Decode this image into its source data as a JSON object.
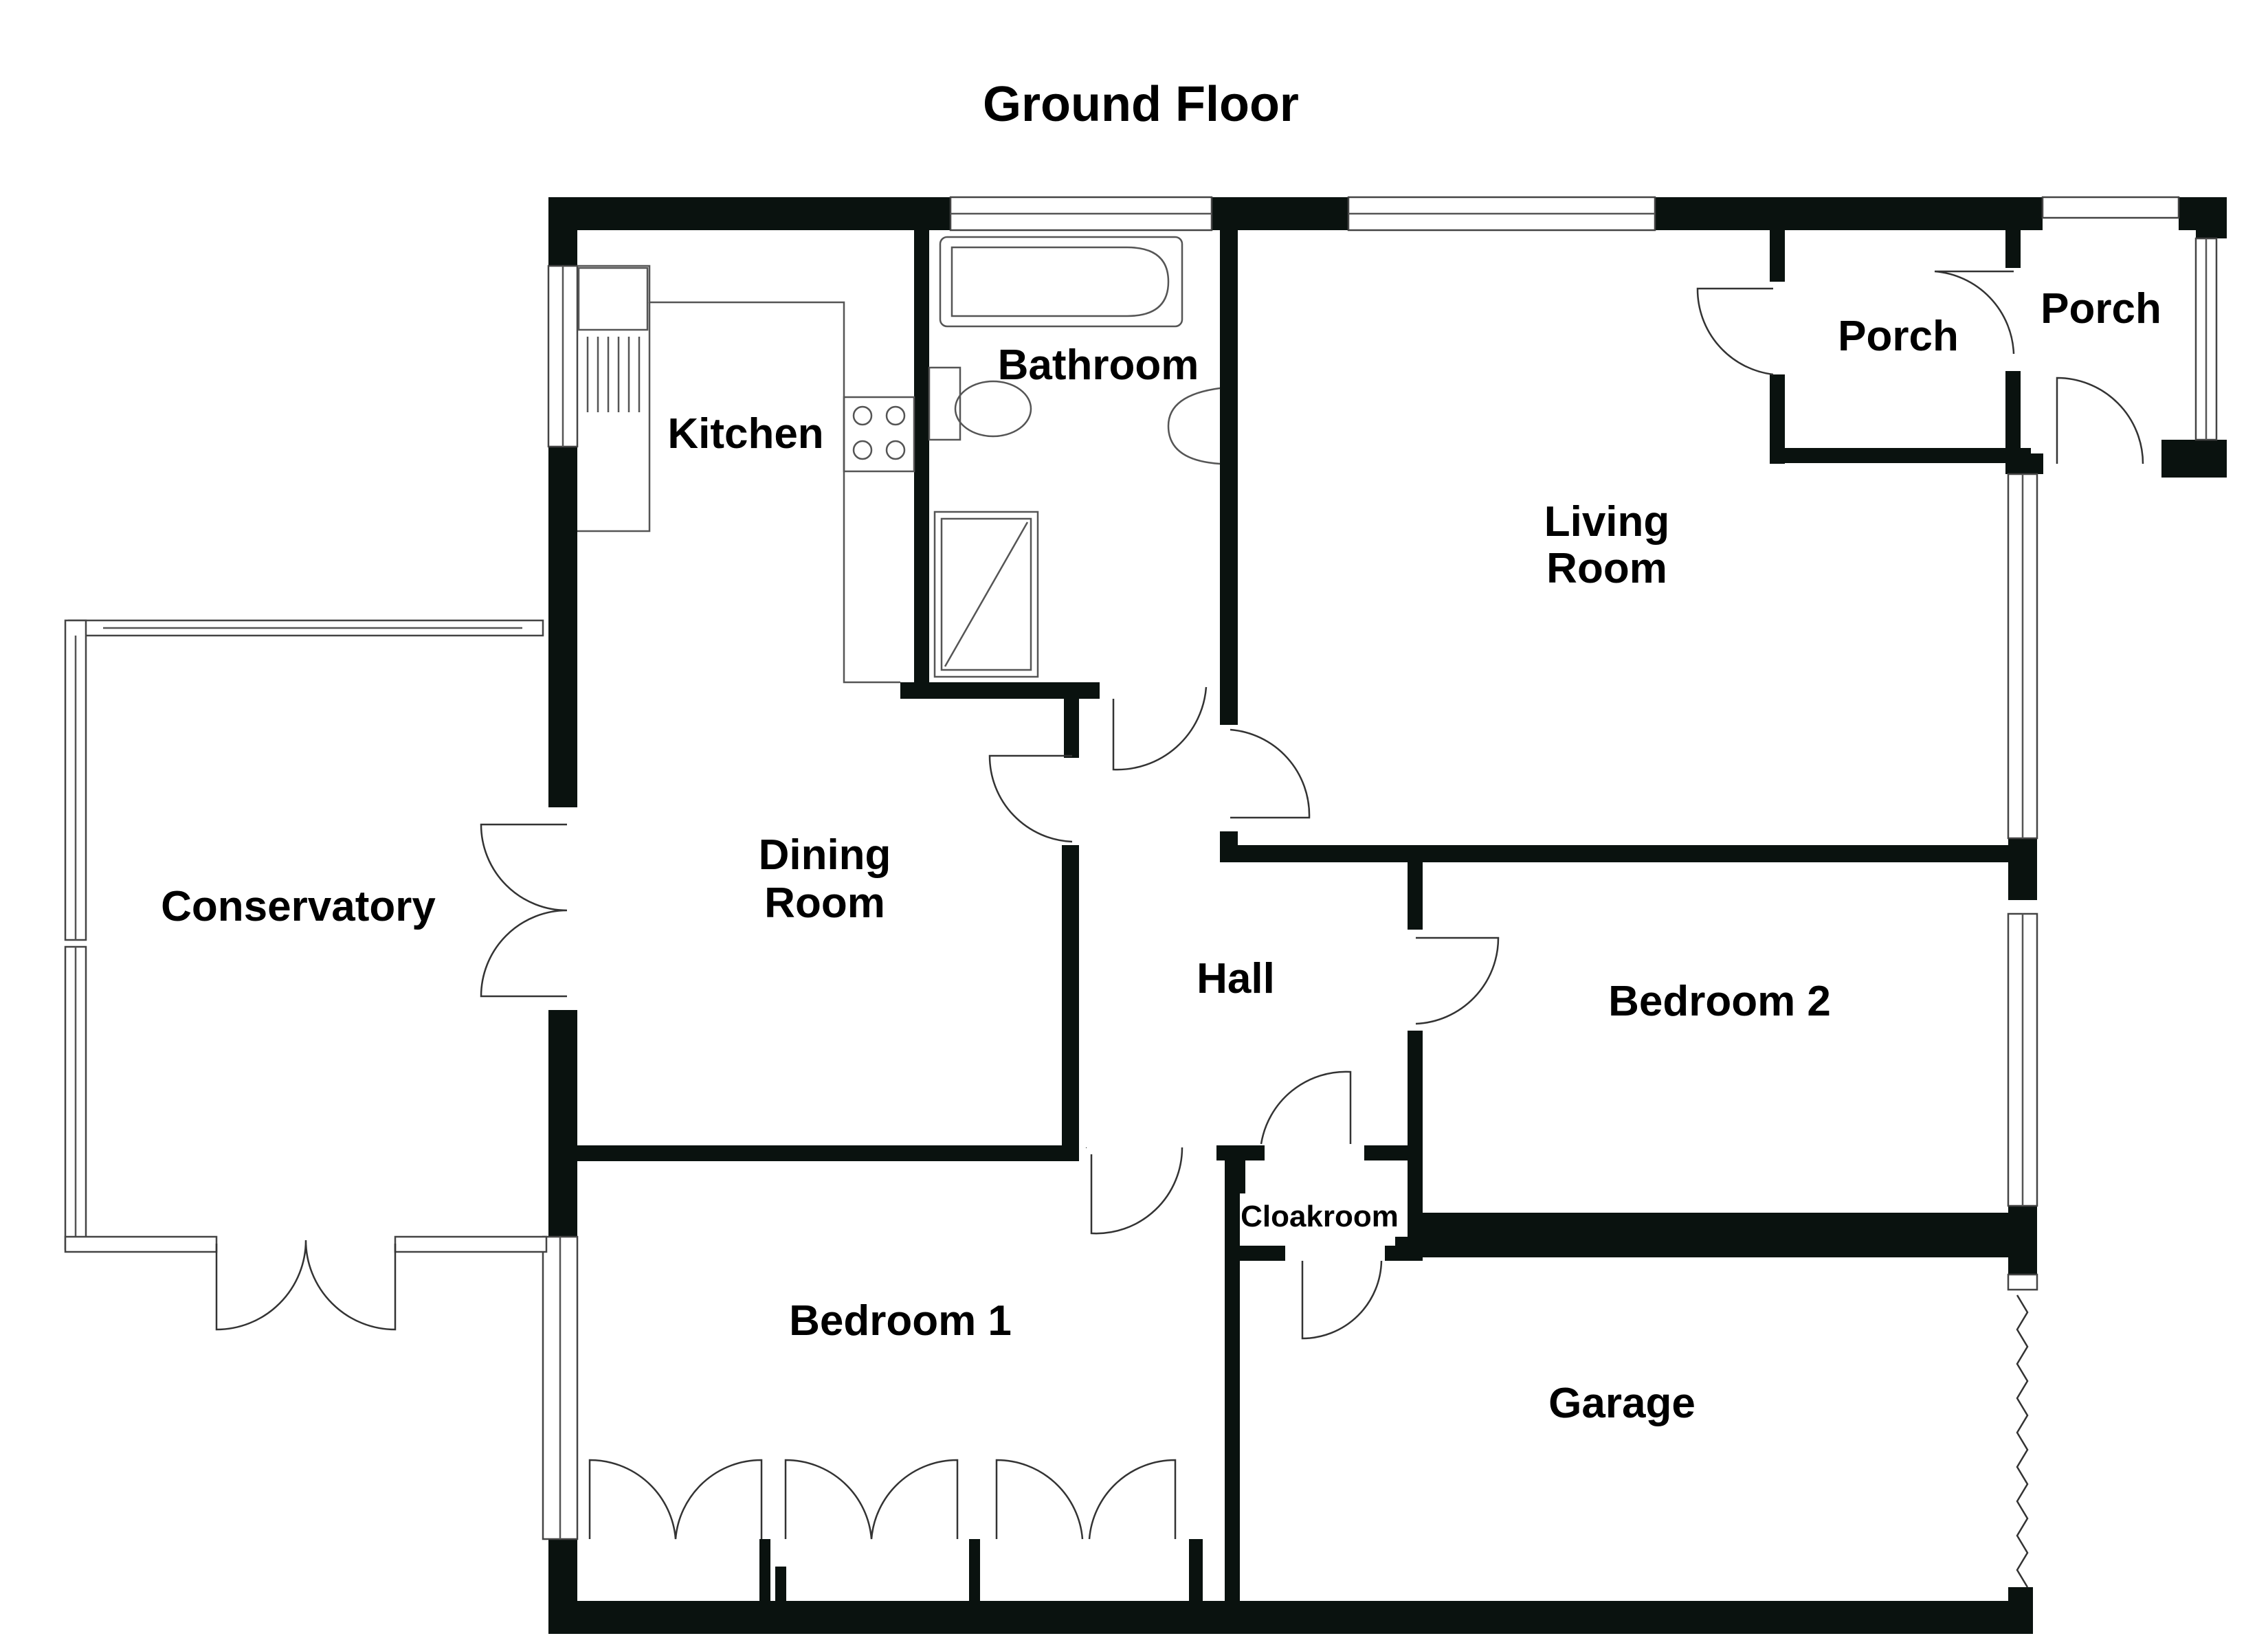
{
  "floor_plan": {
    "title": "Ground Floor",
    "wall_color": "#0a120f",
    "rooms": {
      "kitchen": "Kitchen",
      "bathroom": "Bathroom",
      "porch_inner": "Porch",
      "porch_outer": "Porch",
      "living_room_line1": "Living",
      "living_room_line2": "Room",
      "conservatory": "Conservatory",
      "dining_room_line1": "Dining",
      "dining_room_line2": "Room",
      "hall": "Hall",
      "bedroom_2": "Bedroom 2",
      "cloakroom": "Cloakroom",
      "bedroom_1": "Bedroom 1",
      "garage": "Garage"
    }
  }
}
